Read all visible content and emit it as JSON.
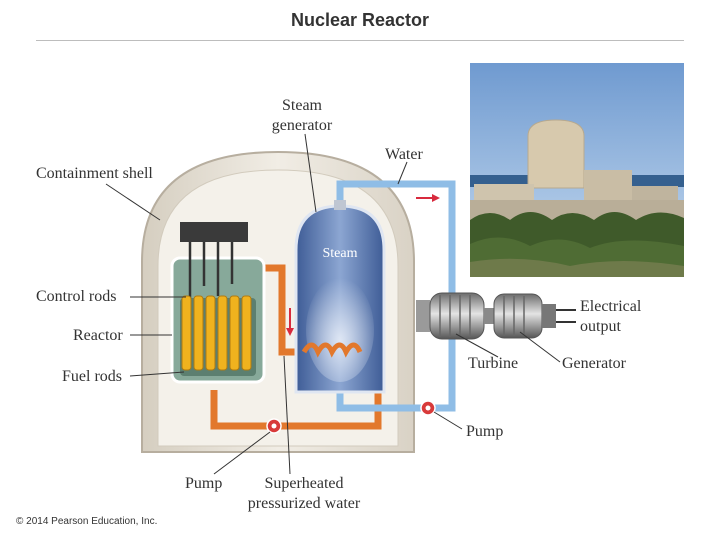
{
  "title": "Nuclear Reactor",
  "labels": {
    "steam_generator_line1": "Steam",
    "steam_generator_line2": "generator",
    "water": "Water",
    "containment_shell": "Containment shell",
    "steam": "Steam",
    "control_rods": "Control rods",
    "reactor": "Reactor",
    "fuel_rods": "Fuel rods",
    "electrical_output_line1": "Electrical",
    "electrical_output_line2": "output",
    "turbine": "Turbine",
    "generator": "Generator",
    "pump_right": "Pump",
    "pump_bottom": "Pump",
    "superheated_line1": "Superheated",
    "superheated_line2": "pressurized water"
  },
  "copyright": "© 2014 Pearson Education, Inc.",
  "colors": {
    "hot_loop": "#e2782c",
    "cool_loop": "#8fbde6",
    "shell": "#e6e0d4",
    "fuel_rod": "#f0b21e",
    "steam_vessel": "#5b77ad"
  }
}
